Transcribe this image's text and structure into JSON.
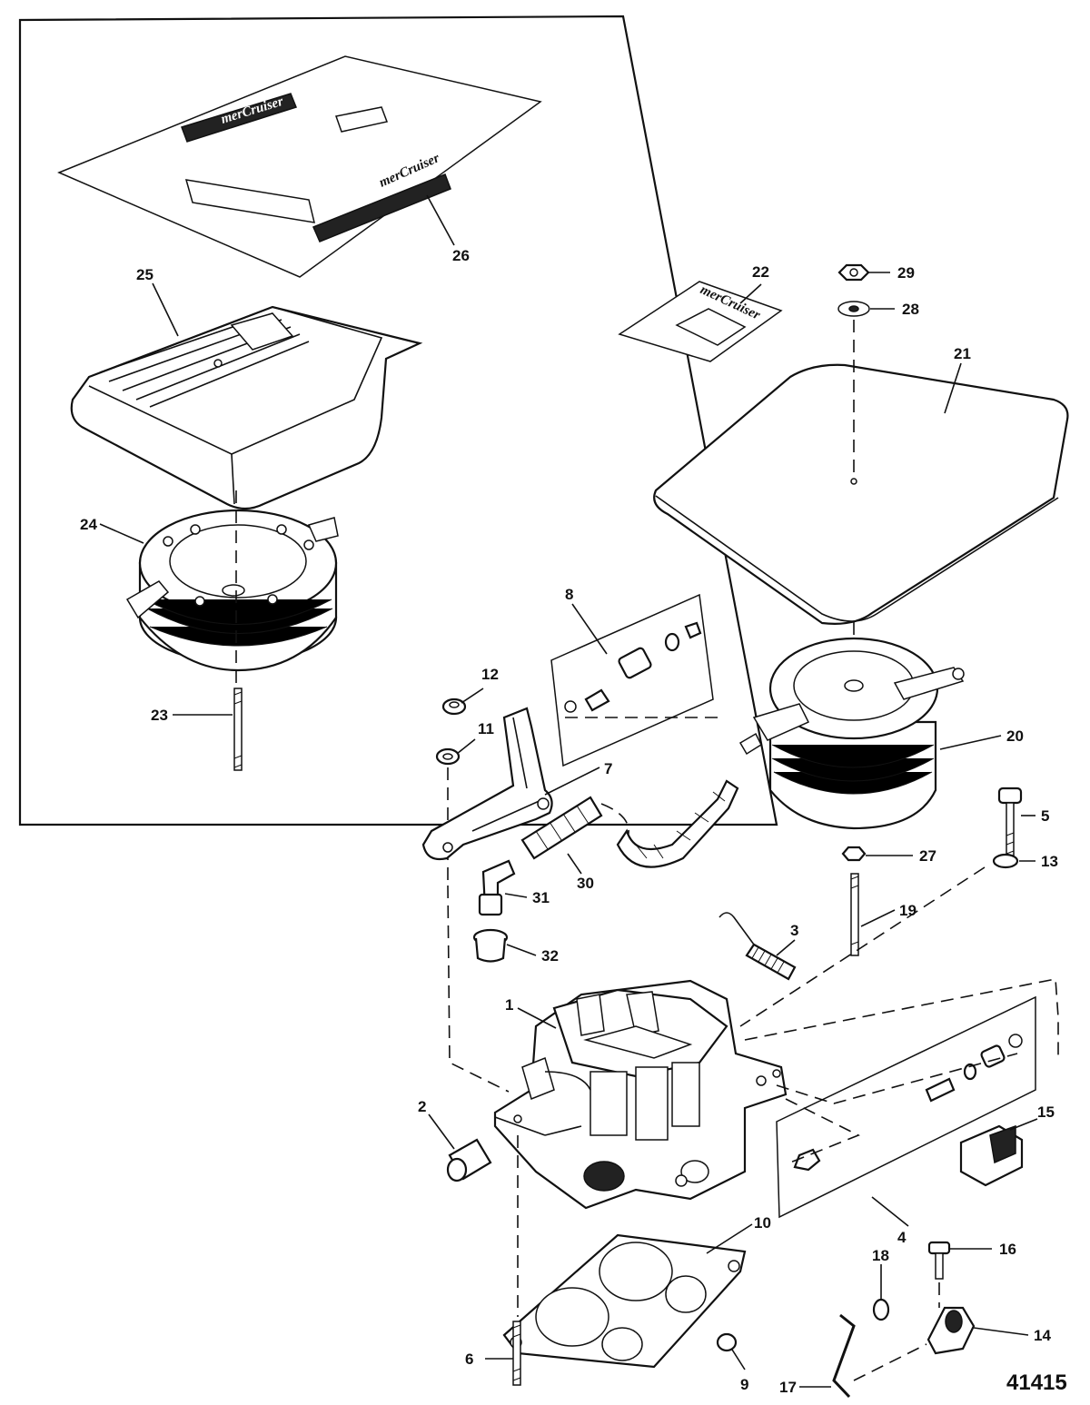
{
  "figure_number": "41415",
  "brand_logo_text": "merCruiser",
  "callouts": [
    {
      "id": "c1",
      "text": "1"
    },
    {
      "id": "c2",
      "text": "2"
    },
    {
      "id": "c3",
      "text": "3"
    },
    {
      "id": "c4",
      "text": "4"
    },
    {
      "id": "c5",
      "text": "5"
    },
    {
      "id": "c6",
      "text": "6"
    },
    {
      "id": "c7",
      "text": "7"
    },
    {
      "id": "c8",
      "text": "8"
    },
    {
      "id": "c9",
      "text": "9"
    },
    {
      "id": "c10",
      "text": "10"
    },
    {
      "id": "c11",
      "text": "11"
    },
    {
      "id": "c12",
      "text": "12"
    },
    {
      "id": "c13",
      "text": "13"
    },
    {
      "id": "c14",
      "text": "14"
    },
    {
      "id": "c15",
      "text": "15"
    },
    {
      "id": "c16",
      "text": "16"
    },
    {
      "id": "c17",
      "text": "17"
    },
    {
      "id": "c18",
      "text": "18"
    },
    {
      "id": "c19",
      "text": "19"
    },
    {
      "id": "c20",
      "text": "20"
    },
    {
      "id": "c21",
      "text": "21"
    },
    {
      "id": "c22",
      "text": "22"
    },
    {
      "id": "c23",
      "text": "23"
    },
    {
      "id": "c24",
      "text": "24"
    },
    {
      "id": "c25",
      "text": "25"
    },
    {
      "id": "c26",
      "text": "26"
    },
    {
      "id": "c27",
      "text": "27"
    },
    {
      "id": "c28",
      "text": "28"
    },
    {
      "id": "c29",
      "text": "29"
    },
    {
      "id": "c30",
      "text": "30"
    },
    {
      "id": "c31",
      "text": "31"
    },
    {
      "id": "c32",
      "text": "32"
    }
  ],
  "colors": {
    "ink": "#111111",
    "paper": "#ffffff"
  }
}
